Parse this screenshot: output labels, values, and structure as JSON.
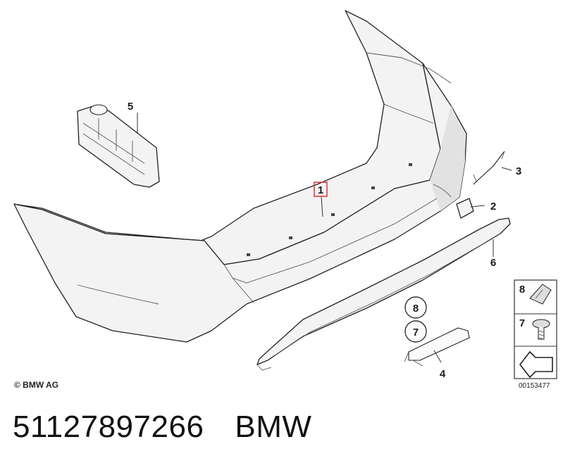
{
  "diagram": {
    "copyright": "© BMW AG",
    "diagram_number": "00153477",
    "callouts": [
      "1",
      "2",
      "3",
      "4",
      "5",
      "6",
      "7",
      "8"
    ],
    "legend_items": [
      "8",
      "7"
    ],
    "circled_labels": [
      "8",
      "7"
    ],
    "highlight_color": "#e0403c"
  },
  "footer": {
    "part_number": "51127897266",
    "brand": "BMW"
  }
}
